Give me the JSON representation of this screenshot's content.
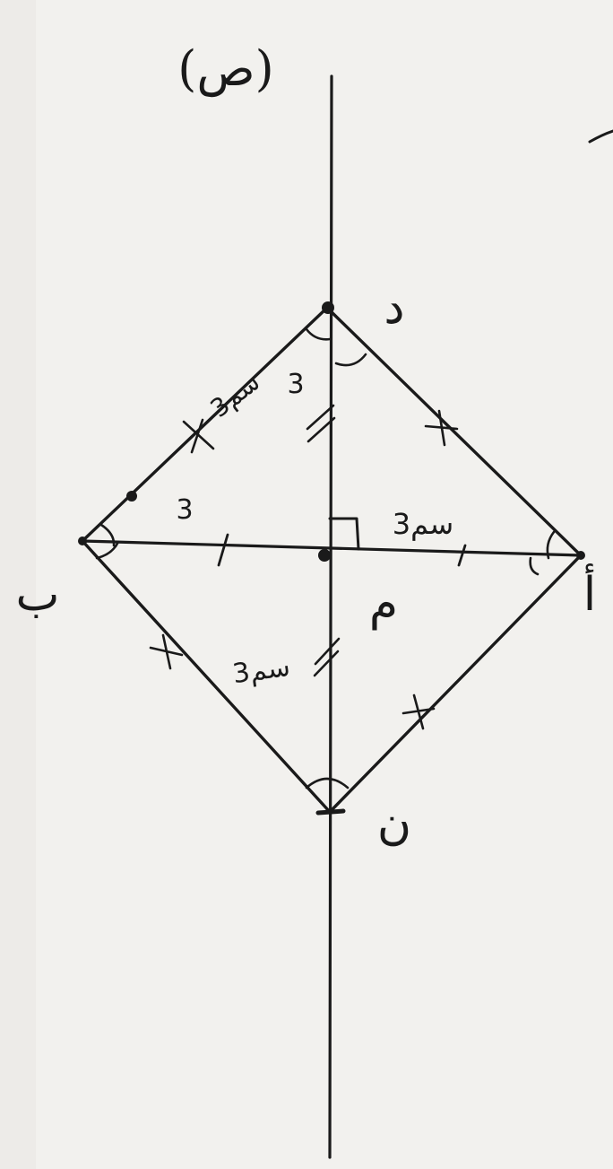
{
  "diagram": {
    "axis_label": "(ص)",
    "vertices": {
      "top": "د",
      "left": "ب",
      "right": "أ",
      "bottom": "ن"
    },
    "center_label": "م",
    "side_marks": {
      "upper_left": "3سم",
      "lower_left": "3سم",
      "right_half": "3سم",
      "upper_inner": "3",
      "left_inner": "3"
    },
    "stray_mark": "ـ"
  },
  "colors": {
    "ink": "#1a1a1a",
    "paper": "#f2f1ee"
  }
}
